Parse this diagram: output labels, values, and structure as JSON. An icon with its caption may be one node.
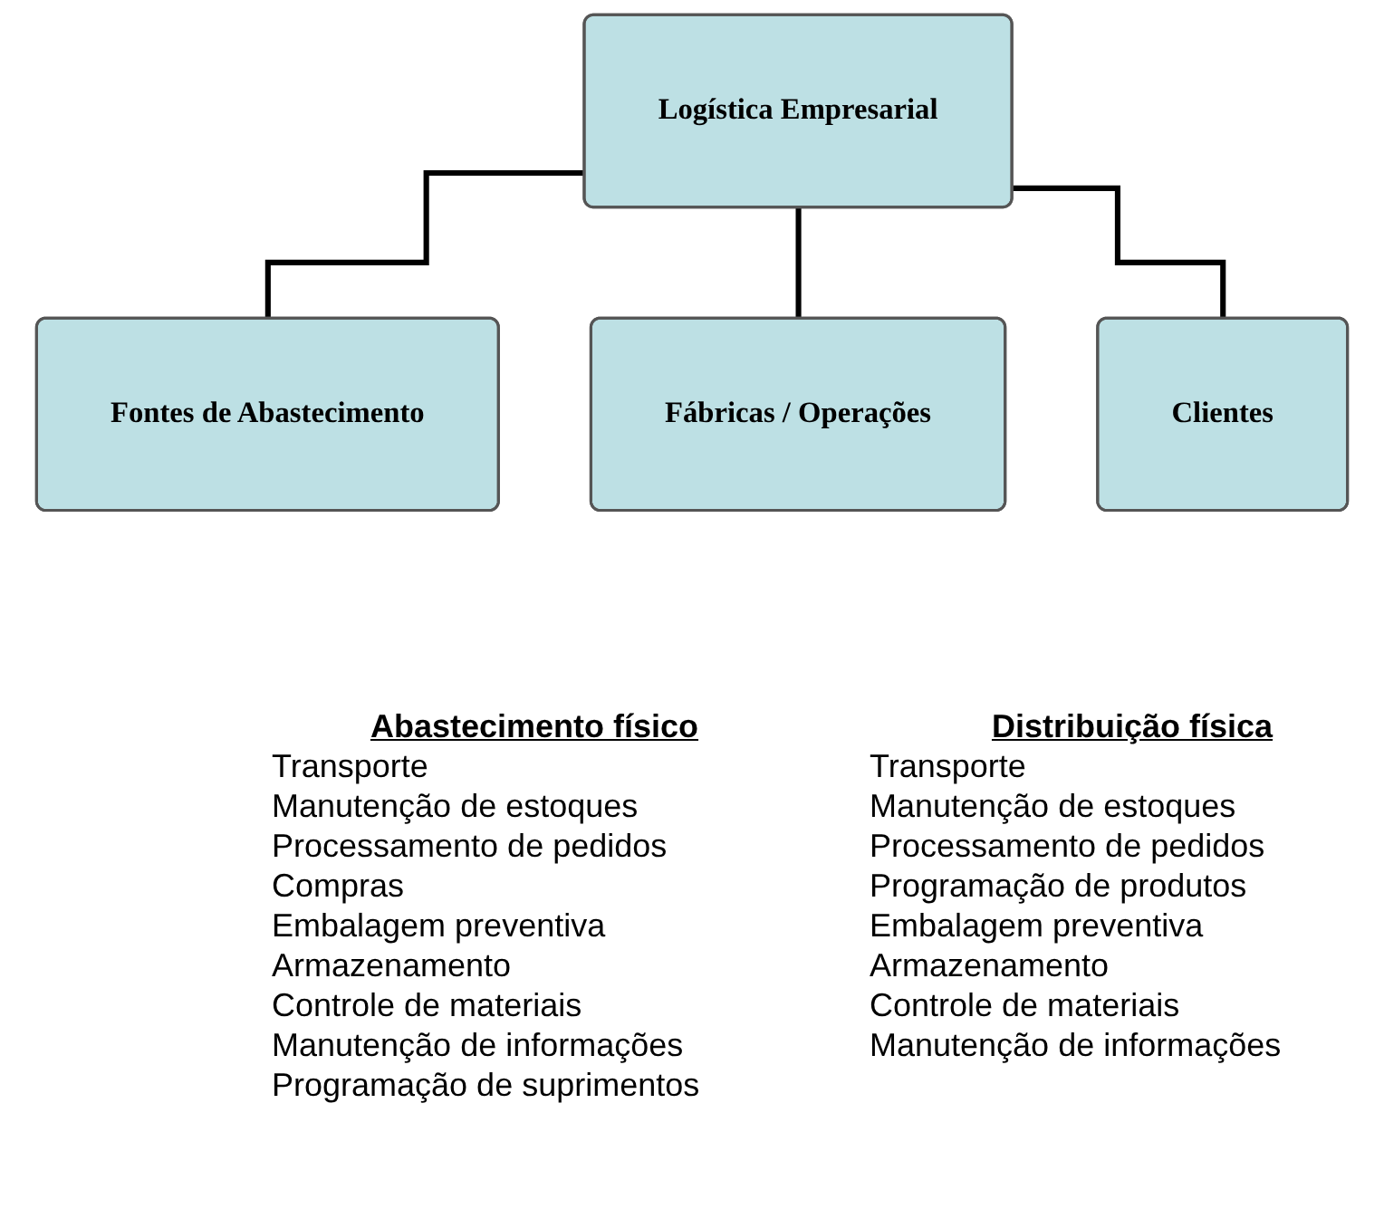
{
  "diagram": {
    "nodes": [
      {
        "text": [
          "Logística Empresarial"
        ]
      },
      {
        "text": [
          "Fontes de Abastecimento"
        ]
      },
      {
        "text": [
          "Fábricas / Operações"
        ]
      },
      {
        "text": [
          "Clientes"
        ]
      }
    ],
    "edges": [
      {
        "from": 0,
        "to": 1,
        "arrow": "none"
      },
      {
        "from": 0,
        "to": 2,
        "arrow": "none"
      },
      {
        "from": 0,
        "to": 3,
        "arrow": "none"
      }
    ],
    "labels": [
      "Abastecimento físico",
      "Distribuição física",
      "Transporte",
      "Transporte",
      "Manutenção de estoques",
      "Manutenção de estoques",
      "Processamento de pedidos",
      "Processamento de pedidos",
      "Compras",
      "Programação de produtos",
      "Embalagem preventiva",
      "Embalagem preventiva",
      "Armazenamento",
      "Armazenamento",
      "Controle de materiais",
      "Controle de materiais",
      "Manutenção de informações",
      "Manutenção de informações",
      "Programação de suprimentos"
    ]
  }
}
